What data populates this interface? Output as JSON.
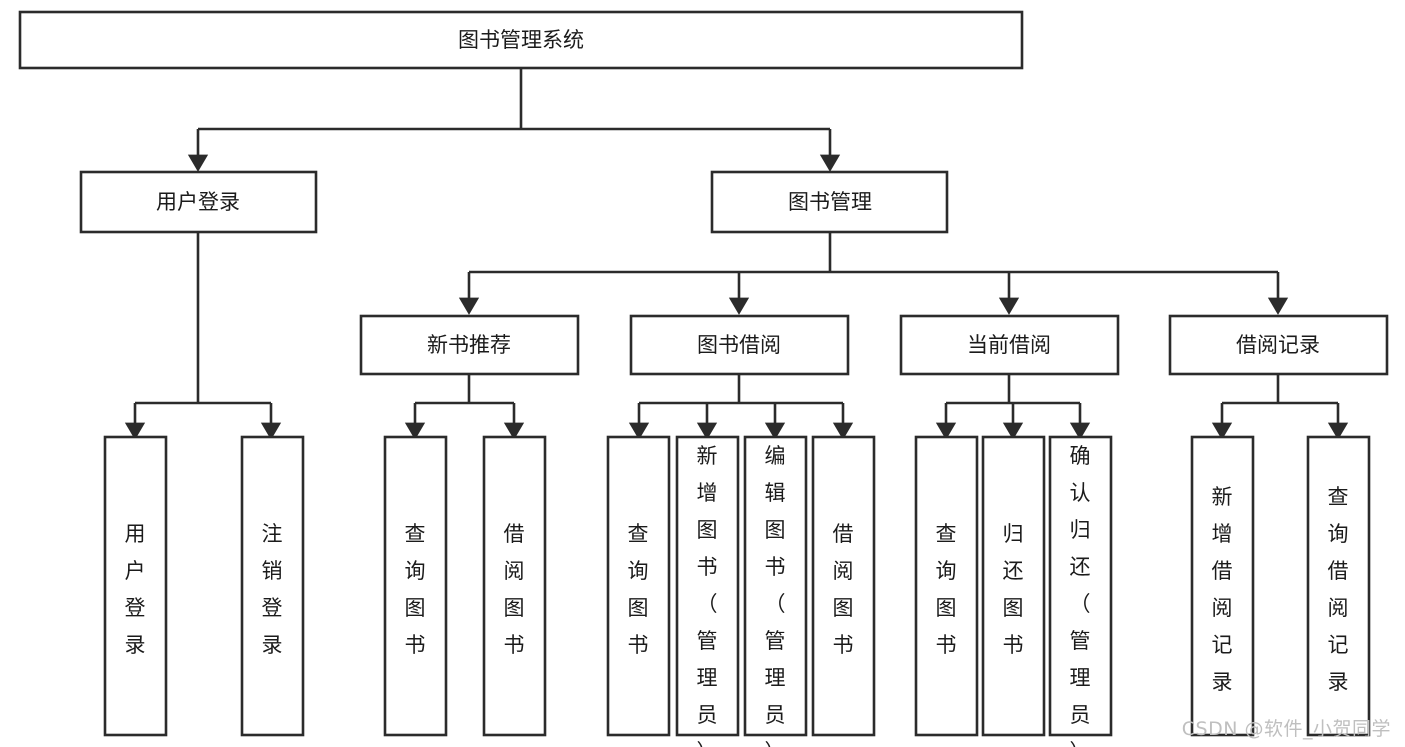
{
  "diagram": {
    "type": "tree-hierarchy",
    "title": "图书管理系统",
    "watermark": "CSDN @软件_小贺同学",
    "colors": {
      "stroke": "#2b2b2b",
      "box_fill": "#ffffff",
      "text": "#1b1b1b",
      "background": "#ffffff",
      "watermark": "#bfbfbf"
    },
    "root": {
      "label": "图书管理系统"
    },
    "level2": [
      {
        "label": "用户登录"
      },
      {
        "label": "图书管理"
      }
    ],
    "level3": [
      {
        "label": "新书推荐"
      },
      {
        "label": "图书借阅"
      },
      {
        "label": "当前借阅"
      },
      {
        "label": "借阅记录"
      }
    ],
    "leaves": {
      "user_login": [
        {
          "label": "用户登录"
        },
        {
          "label": "注销登录"
        }
      ],
      "new_book_recommend": [
        {
          "label": "查询图书"
        },
        {
          "label": "借阅图书"
        }
      ],
      "book_borrow": [
        {
          "label": "查询图书"
        },
        {
          "label": "新增图书（管理员）"
        },
        {
          "label": "编辑图书（管理员）"
        },
        {
          "label": "借阅图书"
        }
      ],
      "current_borrow": [
        {
          "label": "查询图书"
        },
        {
          "label": "归还图书"
        },
        {
          "label": "确认归还（管理员）"
        }
      ],
      "borrow_record": [
        {
          "label": "新增借阅记录"
        },
        {
          "label": "查询借阅记录"
        }
      ]
    }
  }
}
